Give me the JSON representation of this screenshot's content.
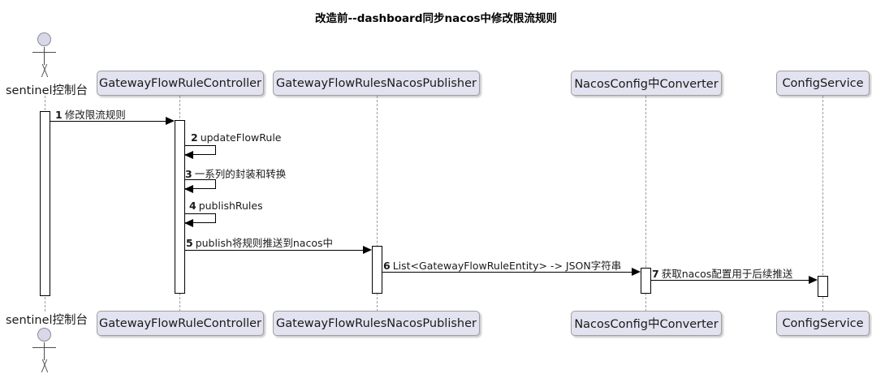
{
  "title": "改造前--dashboard同步nacos中修改限流规则",
  "participants": [
    {
      "id": "actor",
      "label": "sentinel控制台",
      "type": "actor"
    },
    {
      "id": "controller",
      "label": "GatewayFlowRuleController",
      "type": "box"
    },
    {
      "id": "publisher",
      "label": "GatewayFlowRulesNacosPublisher",
      "type": "box"
    },
    {
      "id": "converter",
      "label": "NacosConfig中Converter",
      "type": "box"
    },
    {
      "id": "configsvc",
      "label": "ConfigService",
      "type": "box"
    }
  ],
  "messages": [
    {
      "num": "1",
      "text": "修改限流规则",
      "from": "actor",
      "to": "controller",
      "kind": "call"
    },
    {
      "num": "2",
      "text": "updateFlowRule",
      "from": "controller",
      "to": "controller",
      "kind": "self"
    },
    {
      "num": "3",
      "text": "一系列的封装和转换",
      "from": "controller",
      "to": "controller",
      "kind": "self"
    },
    {
      "num": "4",
      "text": "publishRules",
      "from": "controller",
      "to": "controller",
      "kind": "self"
    },
    {
      "num": "5",
      "text": "publish将规则推送到nacos中",
      "from": "controller",
      "to": "publisher",
      "kind": "call"
    },
    {
      "num": "6",
      "text": "List<GatewayFlowRuleEntity> -> JSON字符串",
      "from": "publisher",
      "to": "converter",
      "kind": "call"
    },
    {
      "num": "7",
      "text": "获取nacos配置用于后续推送",
      "from": "converter",
      "to": "configsvc",
      "kind": "call"
    }
  ],
  "colors": {
    "participant_fill": "#E2E2F0",
    "participant_border": "#A0A0A0",
    "lifeline": "#9A9A9A",
    "line": "#000000",
    "actor_head_fill": "#D8D8E8",
    "background": "#FFFFFF"
  }
}
